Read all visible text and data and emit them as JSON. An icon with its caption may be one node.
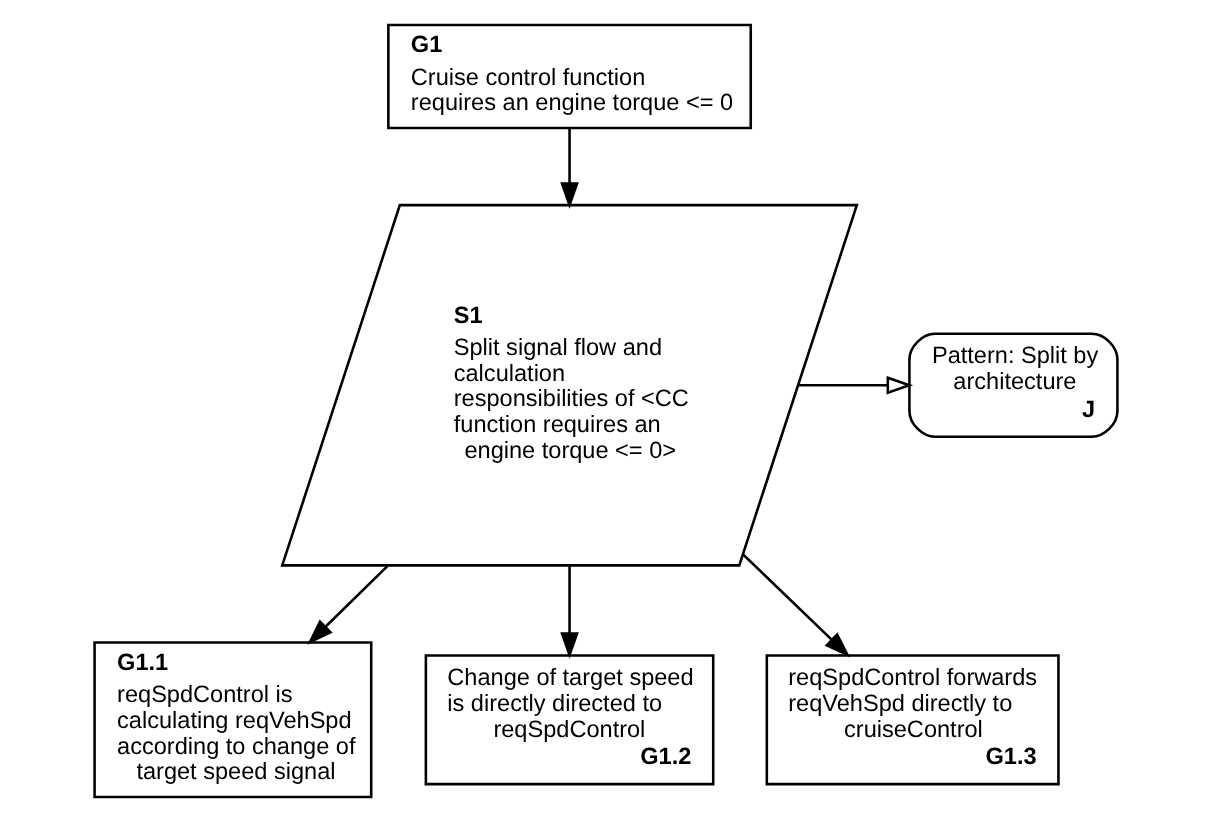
{
  "diagram": {
    "nodes": [
      {
        "text": [
          "G1",
          "Cruise control function requires an engine torque <= 0"
        ]
      },
      {
        "text": [
          "S1",
          "Split signal flow and calculation responsibilities of <CC function requires an engine torque <= 0>"
        ]
      },
      {
        "text": [
          "Pattern: Split by architecture",
          "J"
        ]
      },
      {
        "text": [
          "G1.1",
          "reqSpdControl is calculating reqVehSpd according to change of target speed signal"
        ]
      },
      {
        "text": [
          "Change of target speed is directly directed to reqSpdControl",
          "G1.2"
        ]
      },
      {
        "text": [
          "reqSpdControl forwards reqVehSpd directly to cruiseControl",
          "G1.3"
        ]
      }
    ],
    "edges": [
      {
        "from": 0,
        "to": 1,
        "arrow": "to"
      },
      {
        "from": 1,
        "to": 2,
        "arrow": "to"
      },
      {
        "from": 1,
        "to": 3,
        "arrow": "to"
      },
      {
        "from": 1,
        "to": 4,
        "arrow": "to"
      },
      {
        "from": 1,
        "to": 5,
        "arrow": "to"
      }
    ]
  }
}
